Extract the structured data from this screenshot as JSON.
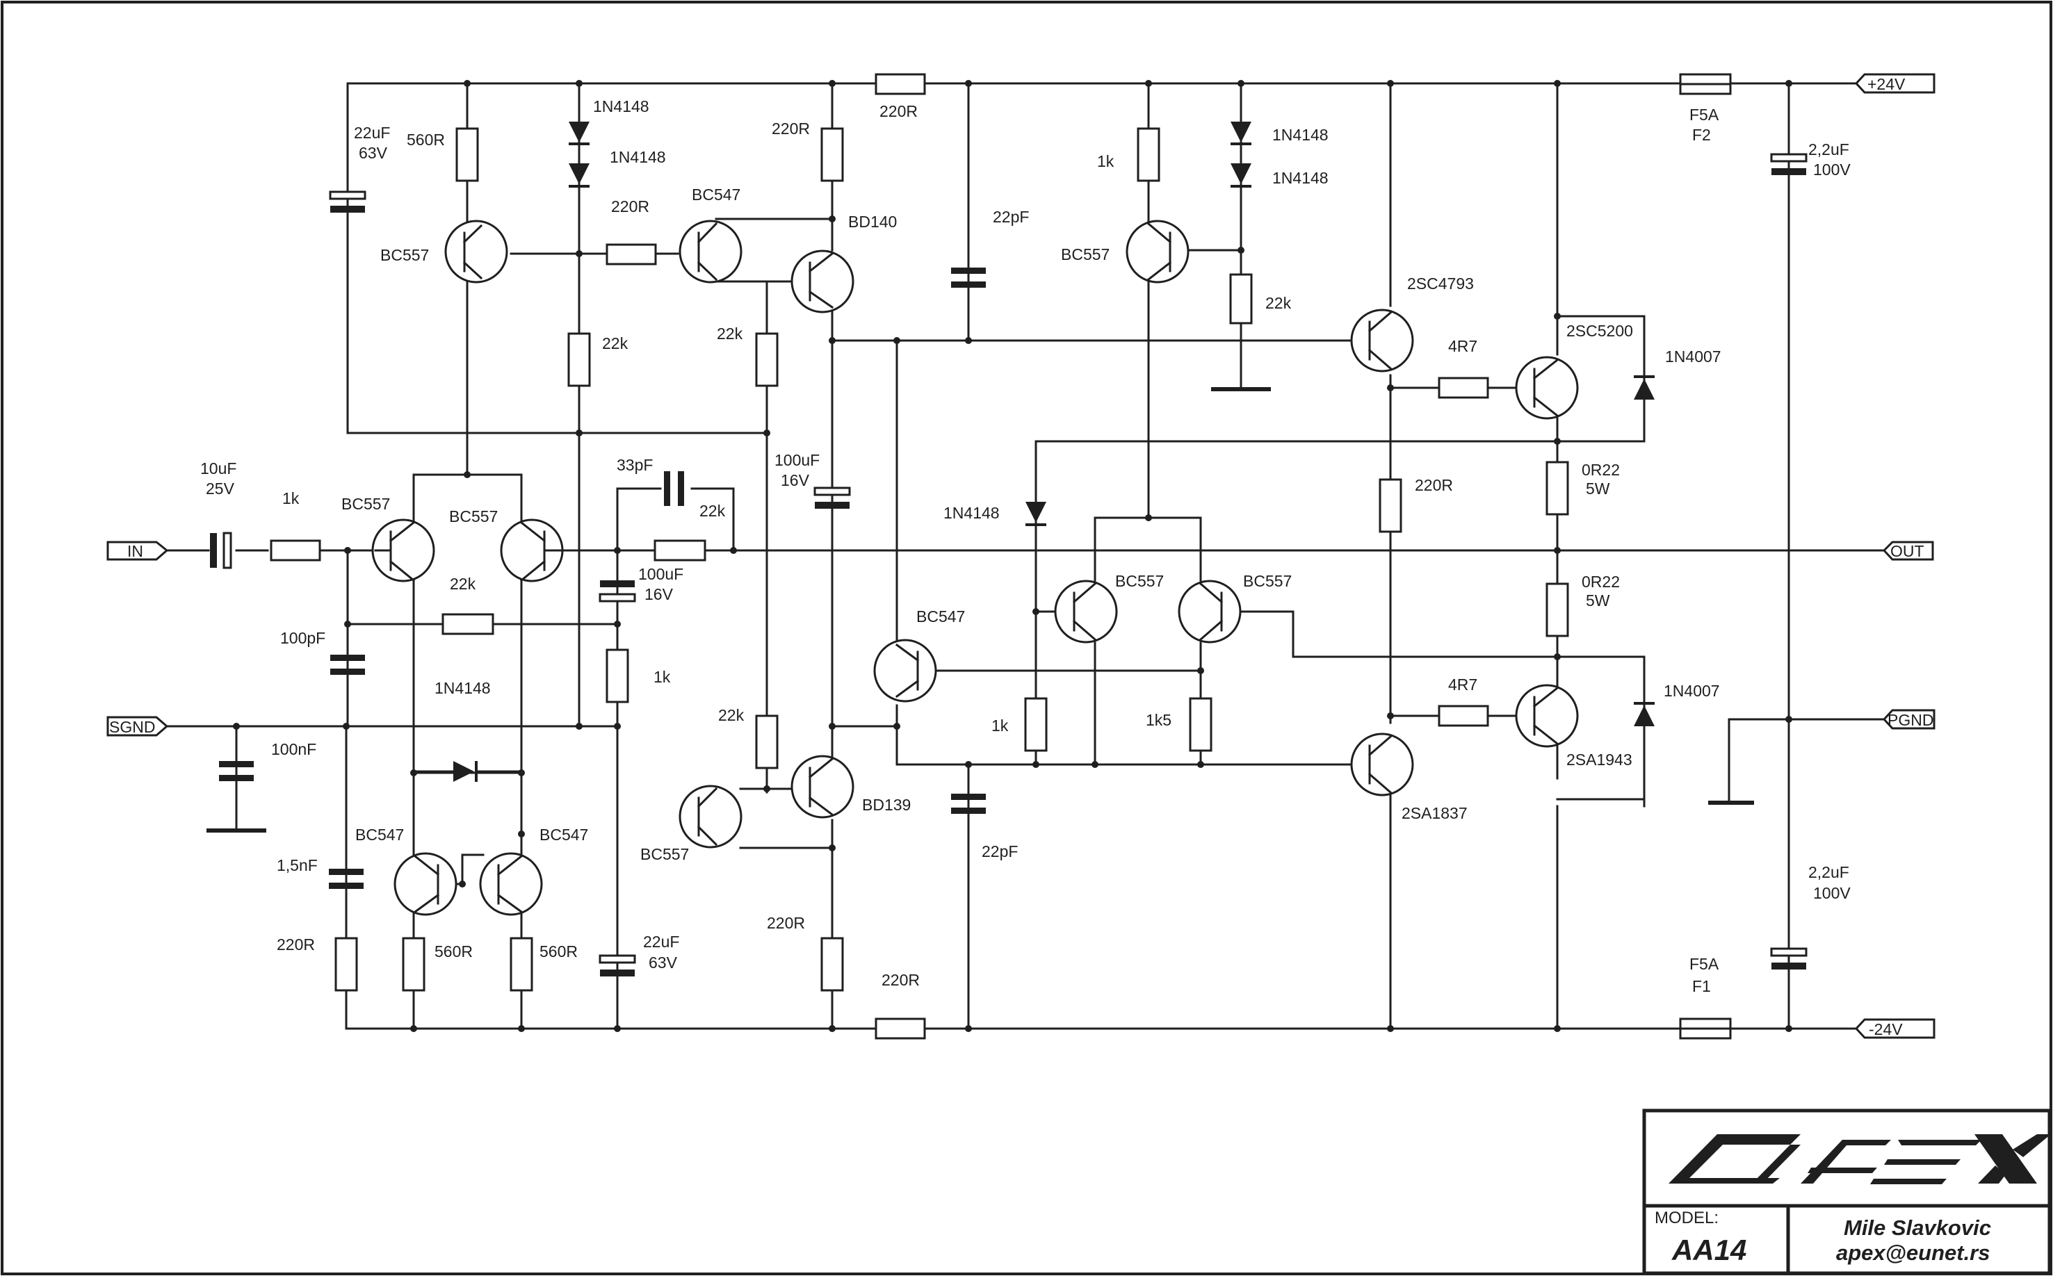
{
  "ports": {
    "in": "IN",
    "sgnd": "SGND",
    "out": "OUT",
    "pgnd": "PGND",
    "vpos": "+24V",
    "vneg": "-24V"
  },
  "parts": {
    "c_in_val": "10uF",
    "c_in_v": "25V",
    "r_in": "1k",
    "c_100pf": "100pF",
    "c_100nf": "100nF",
    "c_1n5": "1,5nF",
    "r_220_bl": "220R",
    "c_22u_top_val": "22uF",
    "c_22u_top_v": "63V",
    "r_560_top": "560R",
    "q_bc557_top": "BC557",
    "d_1n4148_a": "1N4148",
    "d_1n4148_b": "1N4148",
    "r_22k_mid": "22k",
    "r_220_base": "220R",
    "q_bc547_top": "BC547",
    "r_220_topmid": "220R",
    "r_220_topwire": "220R",
    "q_bd140": "BD140",
    "r_22k_bd140": "22k",
    "q_bc557_dp1": "BC557",
    "q_bc557_dp2": "BC557",
    "r_22k_dp": "22k",
    "c_33pf": "33pF",
    "r_22k_fb": "22k",
    "c_100u_fb_val": "100uF",
    "c_100u_fb_v": "16V",
    "r_1k_fb": "1k",
    "d_1n4148_mid": "1N4148",
    "q_bc547_m1": "BC547",
    "q_bc547_m2": "BC547",
    "r_560_m1": "560R",
    "r_560_m2": "560R",
    "c_22u_bot_val": "22uF",
    "c_22u_bot_v": "63V",
    "c_100u_boot_val": "100uF",
    "c_100u_boot_v": "16V",
    "r_22k_bd139": "22k",
    "q_bc557_bot": "BC557",
    "q_bd139": "BD139",
    "r_220_botmid": "220R",
    "r_220_botwire": "220R",
    "c_22pf_top": "22pF",
    "c_22pf_bot": "22pF",
    "q_bc547_vbe": "BC547",
    "d_1n4148_prot": "1N4148",
    "q_bc557_p1": "BC557",
    "q_bc557_p2": "BC557",
    "r_1k_p": "1k",
    "r_1k5_p": "1k5",
    "r_1k_top_right": "1k",
    "q_bc557_top_right": "BC557",
    "d_1n4148_r1": "1N4148",
    "d_1n4148_r2": "1N4148",
    "r_22k_right": "22k",
    "q_2sc4793": "2SC4793",
    "r_4r7_top": "4R7",
    "q_2sc5200": "2SC5200",
    "d_1n4007_top": "1N4007",
    "r_220_right": "220R",
    "r_0r22_top_val": "0R22",
    "r_0r22_top_w": "5W",
    "r_0r22_bot_val": "0R22",
    "r_0r22_bot_w": "5W",
    "q_2sa1837": "2SA1837",
    "r_4r7_bot": "4R7",
    "q_2sa1943": "2SA1943",
    "d_1n4007_bot": "1N4007",
    "f2_val": "F5A",
    "f2_ref": "F2",
    "f1_val": "F5A",
    "f1_ref": "F1",
    "c_2u2_top_val": "2,2uF",
    "c_2u2_top_v": "100V",
    "c_2u2_bot_val": "2,2uF",
    "c_2u2_bot_v": "100V"
  },
  "title_block": {
    "logo_text": "APEX",
    "model_label": "MODEL:",
    "model_value": "AA14",
    "author": "Mile Slavkovic",
    "email": "apex@eunet.rs"
  }
}
